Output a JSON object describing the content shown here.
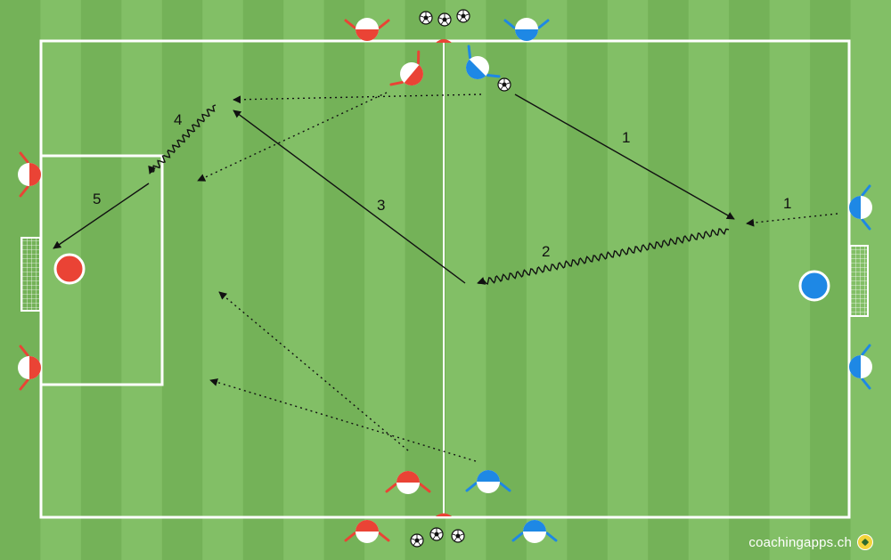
{
  "drill": {
    "step_labels": [
      "1",
      "1",
      "2",
      "3",
      "4",
      "5"
    ]
  },
  "teams": {
    "red": {
      "color": "#ea4335"
    },
    "blue": {
      "color": "#1e88e5"
    }
  },
  "colors": {
    "pitch_dark": "#74b258",
    "pitch_light": "#82bf66",
    "lines": "#ffffff",
    "arrows": "#111111"
  },
  "watermark": {
    "text": "coachingapps.ch"
  }
}
